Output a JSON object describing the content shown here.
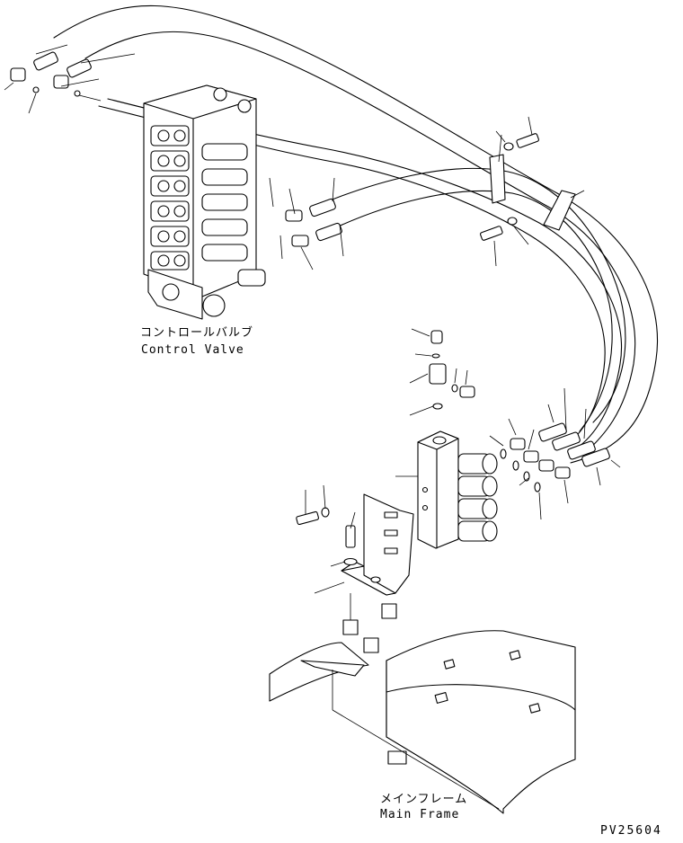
{
  "labels": {
    "control_valve_jp": "コントロールバルブ",
    "control_valve_en": "Control Valve",
    "main_frame_jp": "メインフレーム",
    "main_frame_en": "Main Frame",
    "drawing_code": "PV25604"
  },
  "icons": {
    "control_valve": "valve-block-icon",
    "solenoid_block": "solenoid-valve-icon",
    "bracket": "bracket-icon",
    "main_frame": "frame-plate-icon",
    "hoses": "hose-bundle-icon",
    "bolts": "bolt-icon",
    "washers": "washer-icon",
    "fittings": "fitting-icon"
  }
}
